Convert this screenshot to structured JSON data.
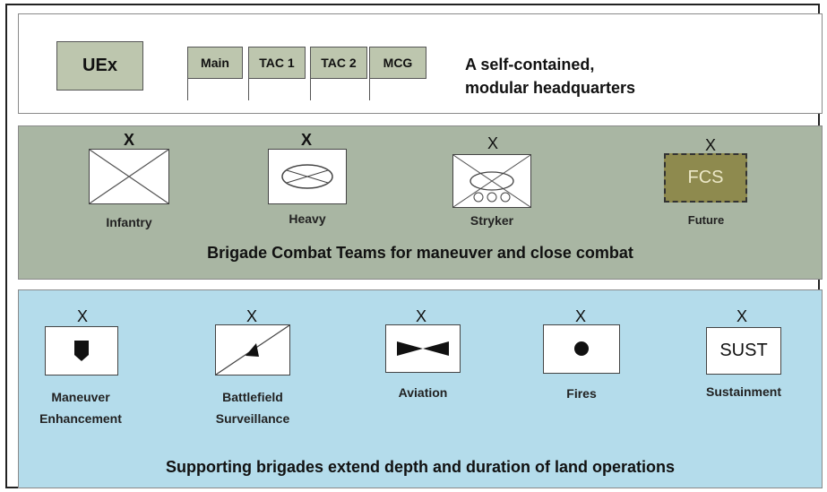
{
  "hq": {
    "uex": "UEx",
    "flags": [
      "Main",
      "TAC 1",
      "TAC 2",
      "MCG"
    ],
    "description_line1": "A self-contained,",
    "description_line2": "modular headquarters"
  },
  "bct": {
    "echelon": "X",
    "units": [
      {
        "label": "Infantry",
        "icon": "infantry-symbol-icon"
      },
      {
        "label": "Heavy",
        "icon": "armor-symbol-icon"
      },
      {
        "label": "Stryker",
        "icon": "stryker-symbol-icon"
      },
      {
        "label": "Future",
        "icon": "fcs-symbol-icon",
        "text": "FCS"
      }
    ],
    "caption": "Brigade Combat Teams for maneuver and close combat"
  },
  "support": {
    "echelon": "X",
    "units": [
      {
        "label_line1": "Maneuver",
        "label_line2": "Enhancement",
        "icon": "shield-symbol-icon"
      },
      {
        "label_line1": "Battlefield",
        "label_line2": "Surveillance",
        "icon": "surveillance-symbol-icon"
      },
      {
        "label_line1": "Aviation",
        "label_line2": "",
        "icon": "aviation-symbol-icon"
      },
      {
        "label_line1": "Fires",
        "label_line2": "",
        "icon": "fires-symbol-icon"
      },
      {
        "label_line1": "Sustainment",
        "label_line2": "",
        "icon": "sustainment-symbol-icon",
        "text": "SUST"
      }
    ],
    "caption": "Supporting brigades extend depth and duration of land operations"
  },
  "colors": {
    "hq_fill": "#bdc6ae",
    "bct_panel": "#a9b6a3",
    "support_panel": "#b4dceb",
    "fcs_fill": "#8e8a4e"
  }
}
